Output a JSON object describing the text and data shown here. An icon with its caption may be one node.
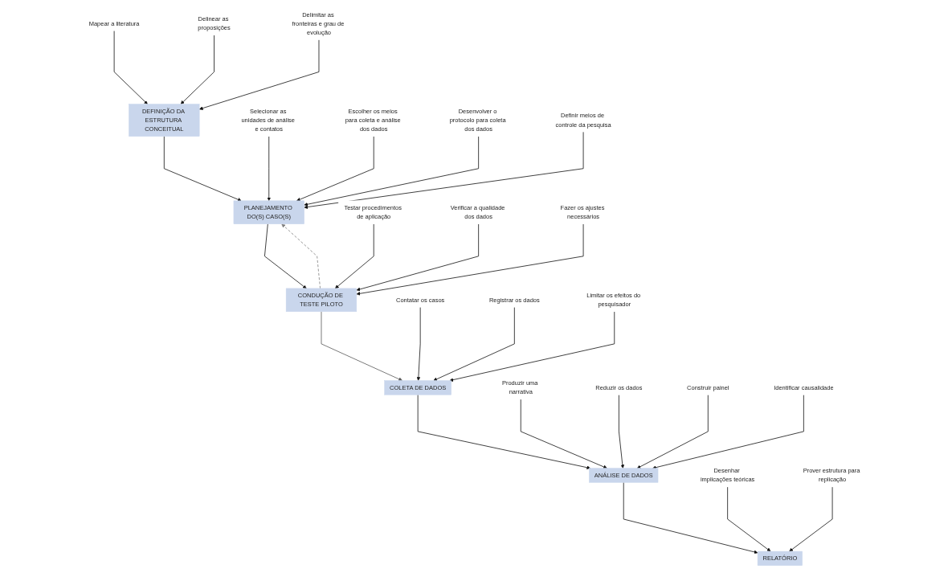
{
  "diagram": {
    "nodes": [
      {
        "text": [
          "DEFINIÇÃO DA ESTRUTURA CONCEITUAL"
        ]
      },
      {
        "text": [
          "Mapear a literatura"
        ]
      },
      {
        "text": [
          "Delinear as proposições"
        ]
      },
      {
        "text": [
          "Delimitar as fronteiras e grau de evolução"
        ]
      },
      {
        "text": [
          "PLANEJAMENTO DO(S) CASO(S)"
        ]
      },
      {
        "text": [
          "Selecionar as unidades de análise e contatos"
        ]
      },
      {
        "text": [
          "Escolher os meios para coleta e análise dos dados"
        ]
      },
      {
        "text": [
          "Desenvolver o protocolo para coleta dos dados"
        ]
      },
      {
        "text": [
          "Definir meios de controle da pesquisa"
        ]
      },
      {
        "text": [
          "CONDUÇÃO DE TESTE PILOTO"
        ]
      },
      {
        "text": [
          "Testar procedimentos de aplicação"
        ]
      },
      {
        "text": [
          "Verificar a qualidade dos dados"
        ]
      },
      {
        "text": [
          "Fazer os ajustes necessários"
        ]
      },
      {
        "text": [
          "COLETA DE DADOS"
        ]
      },
      {
        "text": [
          "Contatar os casos"
        ]
      },
      {
        "text": [
          "Registrar os dados"
        ]
      },
      {
        "text": [
          "Limitar os efeitos do pesquisador"
        ]
      },
      {
        "text": [
          "ANÁLISE DE DADOS"
        ]
      },
      {
        "text": [
          "Produzir uma narrativa"
        ]
      },
      {
        "text": [
          "Reduzir os dados"
        ]
      },
      {
        "text": [
          "Construir painel"
        ]
      },
      {
        "text": [
          "Identificar causalidade"
        ]
      },
      {
        "text": [
          "RELATÓRIO"
        ]
      },
      {
        "text": [
          "Desenhar implicações teóricas"
        ]
      },
      {
        "text": [
          "Prover estrutura para replicação"
        ]
      }
    ],
    "edges": [
      {
        "from": 1,
        "to": 0,
        "arrow": "to"
      },
      {
        "from": 2,
        "to": 0,
        "arrow": "to"
      },
      {
        "from": 3,
        "to": 0,
        "arrow": "to"
      },
      {
        "from": 0,
        "to": 4,
        "arrow": "to"
      },
      {
        "from": 5,
        "to": 4,
        "arrow": "to"
      },
      {
        "from": 6,
        "to": 4,
        "arrow": "to"
      },
      {
        "from": 7,
        "to": 4,
        "arrow": "to"
      },
      {
        "from": 8,
        "to": 4,
        "arrow": "to"
      },
      {
        "from": 4,
        "to": 9,
        "arrow": "to"
      },
      {
        "from": 10,
        "to": 9,
        "arrow": "to"
      },
      {
        "from": 11,
        "to": 9,
        "arrow": "to"
      },
      {
        "from": 12,
        "to": 9,
        "arrow": "to"
      },
      {
        "from": 9,
        "to": 4,
        "arrow": "to",
        "style": "dashed",
        "color": "#7f7f7f"
      },
      {
        "from": 9,
        "to": 13,
        "arrow": "to",
        "color": "#595959"
      },
      {
        "from": 14,
        "to": 13,
        "arrow": "to"
      },
      {
        "from": 15,
        "to": 13,
        "arrow": "to"
      },
      {
        "from": 16,
        "to": 13,
        "arrow": "to"
      },
      {
        "from": 13,
        "to": 17,
        "arrow": "to"
      },
      {
        "from": 18,
        "to": 17,
        "arrow": "to"
      },
      {
        "from": 19,
        "to": 17,
        "arrow": "to"
      },
      {
        "from": 20,
        "to": 17,
        "arrow": "to"
      },
      {
        "from": 21,
        "to": 17,
        "arrow": "to"
      },
      {
        "from": 17,
        "to": 22,
        "arrow": "to"
      },
      {
        "from": 23,
        "to": 22,
        "arrow": "to"
      },
      {
        "from": 24,
        "to": 22,
        "arrow": "to"
      }
    ]
  }
}
